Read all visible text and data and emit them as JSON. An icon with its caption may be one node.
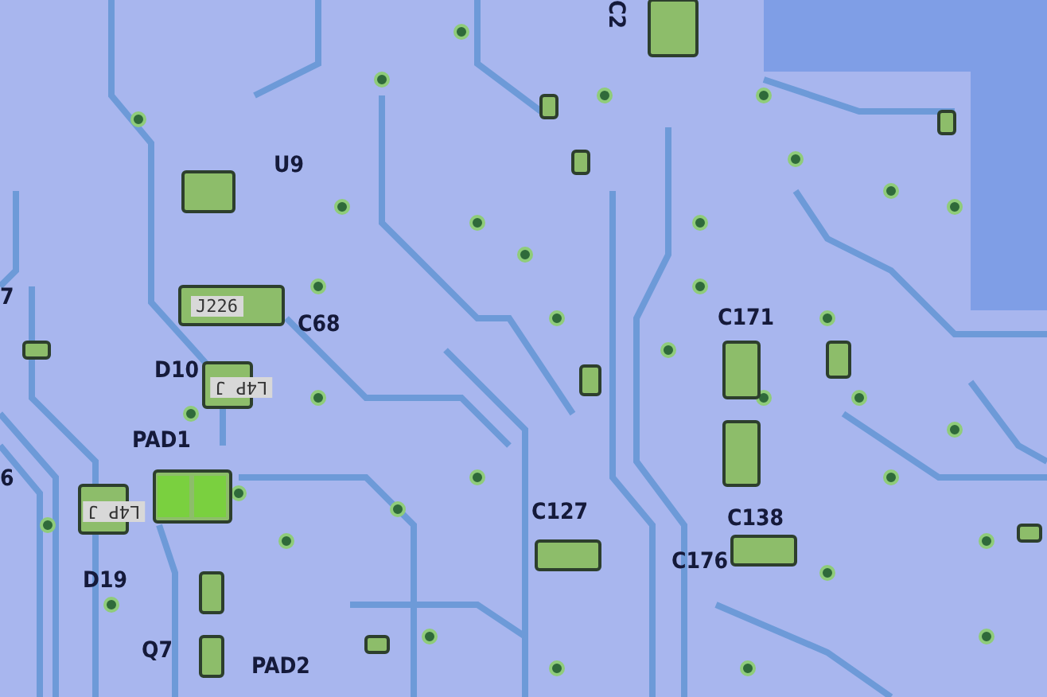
{
  "diagram": {
    "labels": [
      "C2",
      "U9",
      "7",
      "J226",
      "C171",
      "C68",
      "D10",
      "L4P J",
      "PAD1",
      "6",
      "L4P J",
      "C127",
      "C138",
      "C176",
      "D19",
      "Q7",
      "PAD2"
    ]
  }
}
